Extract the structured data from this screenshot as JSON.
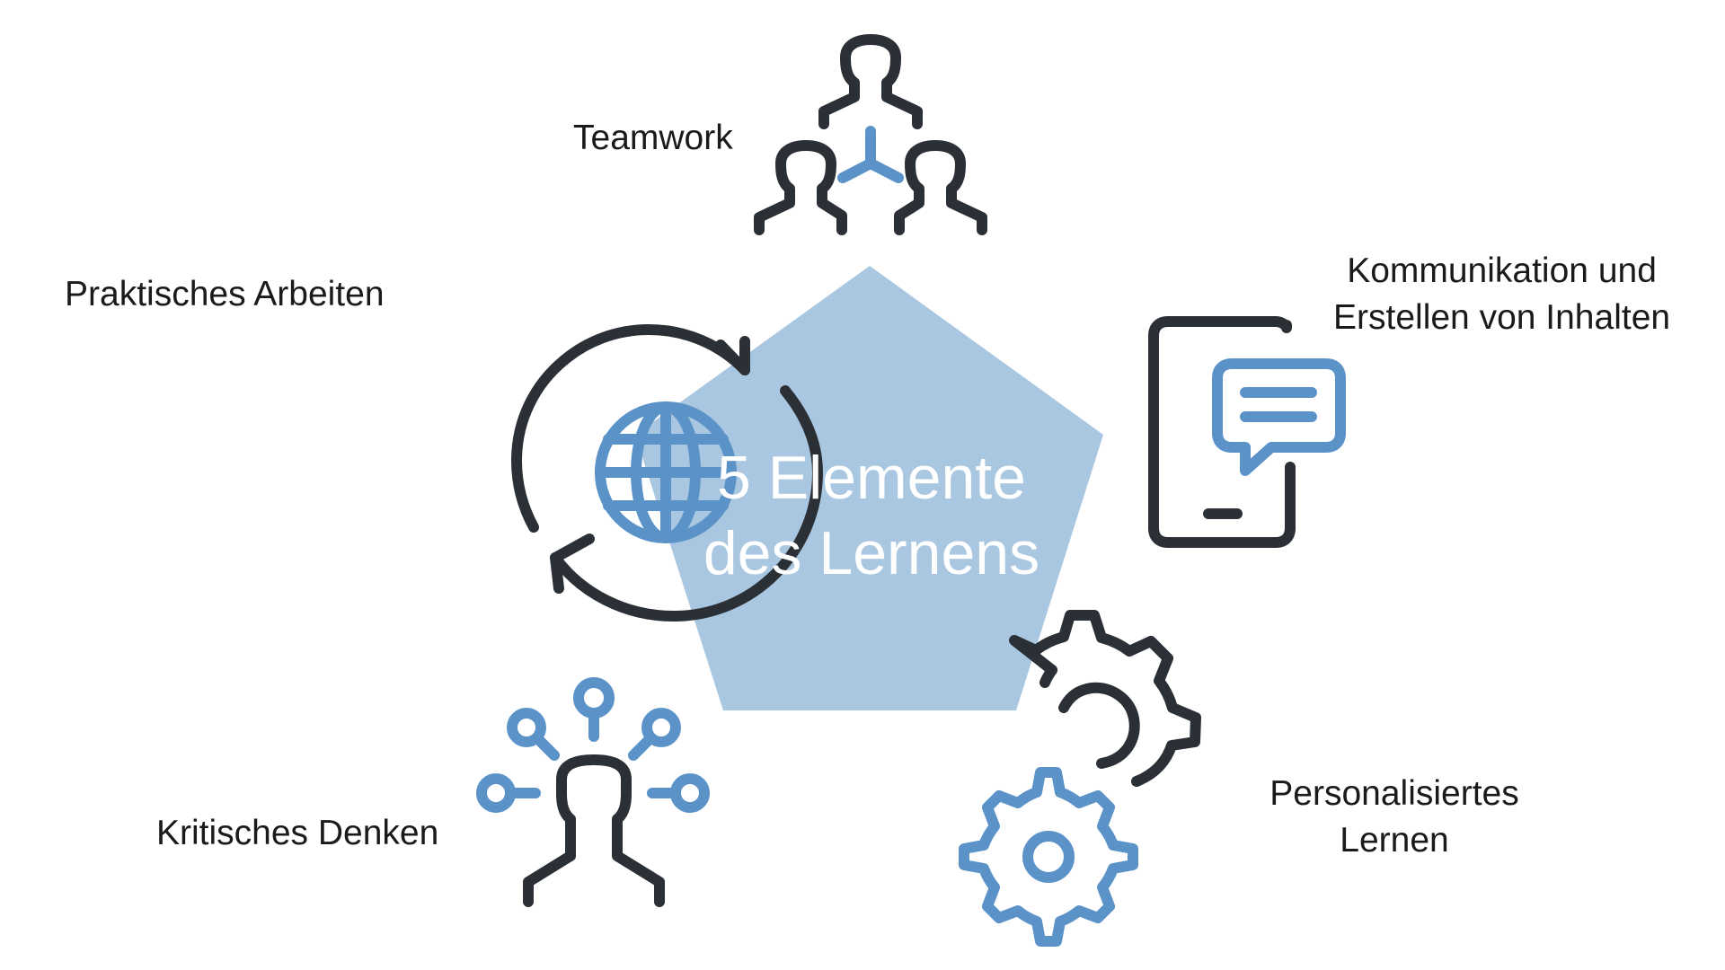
{
  "title": {
    "line1": "5 Elemente",
    "line2": "des Lernens"
  },
  "elements": [
    {
      "label": "Teamwork",
      "icon": "team-network-icon"
    },
    {
      "label_line1": "Kommunikation und",
      "label_line2": "Erstellen von Inhalten",
      "icon": "smartphone-chat-icon"
    },
    {
      "label_line1": "Personalisiertes",
      "label_line2": "Lernen",
      "icon": "gears-icon"
    },
    {
      "label": "Kritisches Denken",
      "icon": "person-ideas-icon"
    },
    {
      "label": "Praktisches Arbeiten",
      "icon": "globe-cycle-icon"
    }
  ],
  "colors": {
    "pentagon": "#a9c7e1",
    "accent": "#5b93c9",
    "dark": "#2b2f36",
    "text": "#1a1a1a"
  }
}
